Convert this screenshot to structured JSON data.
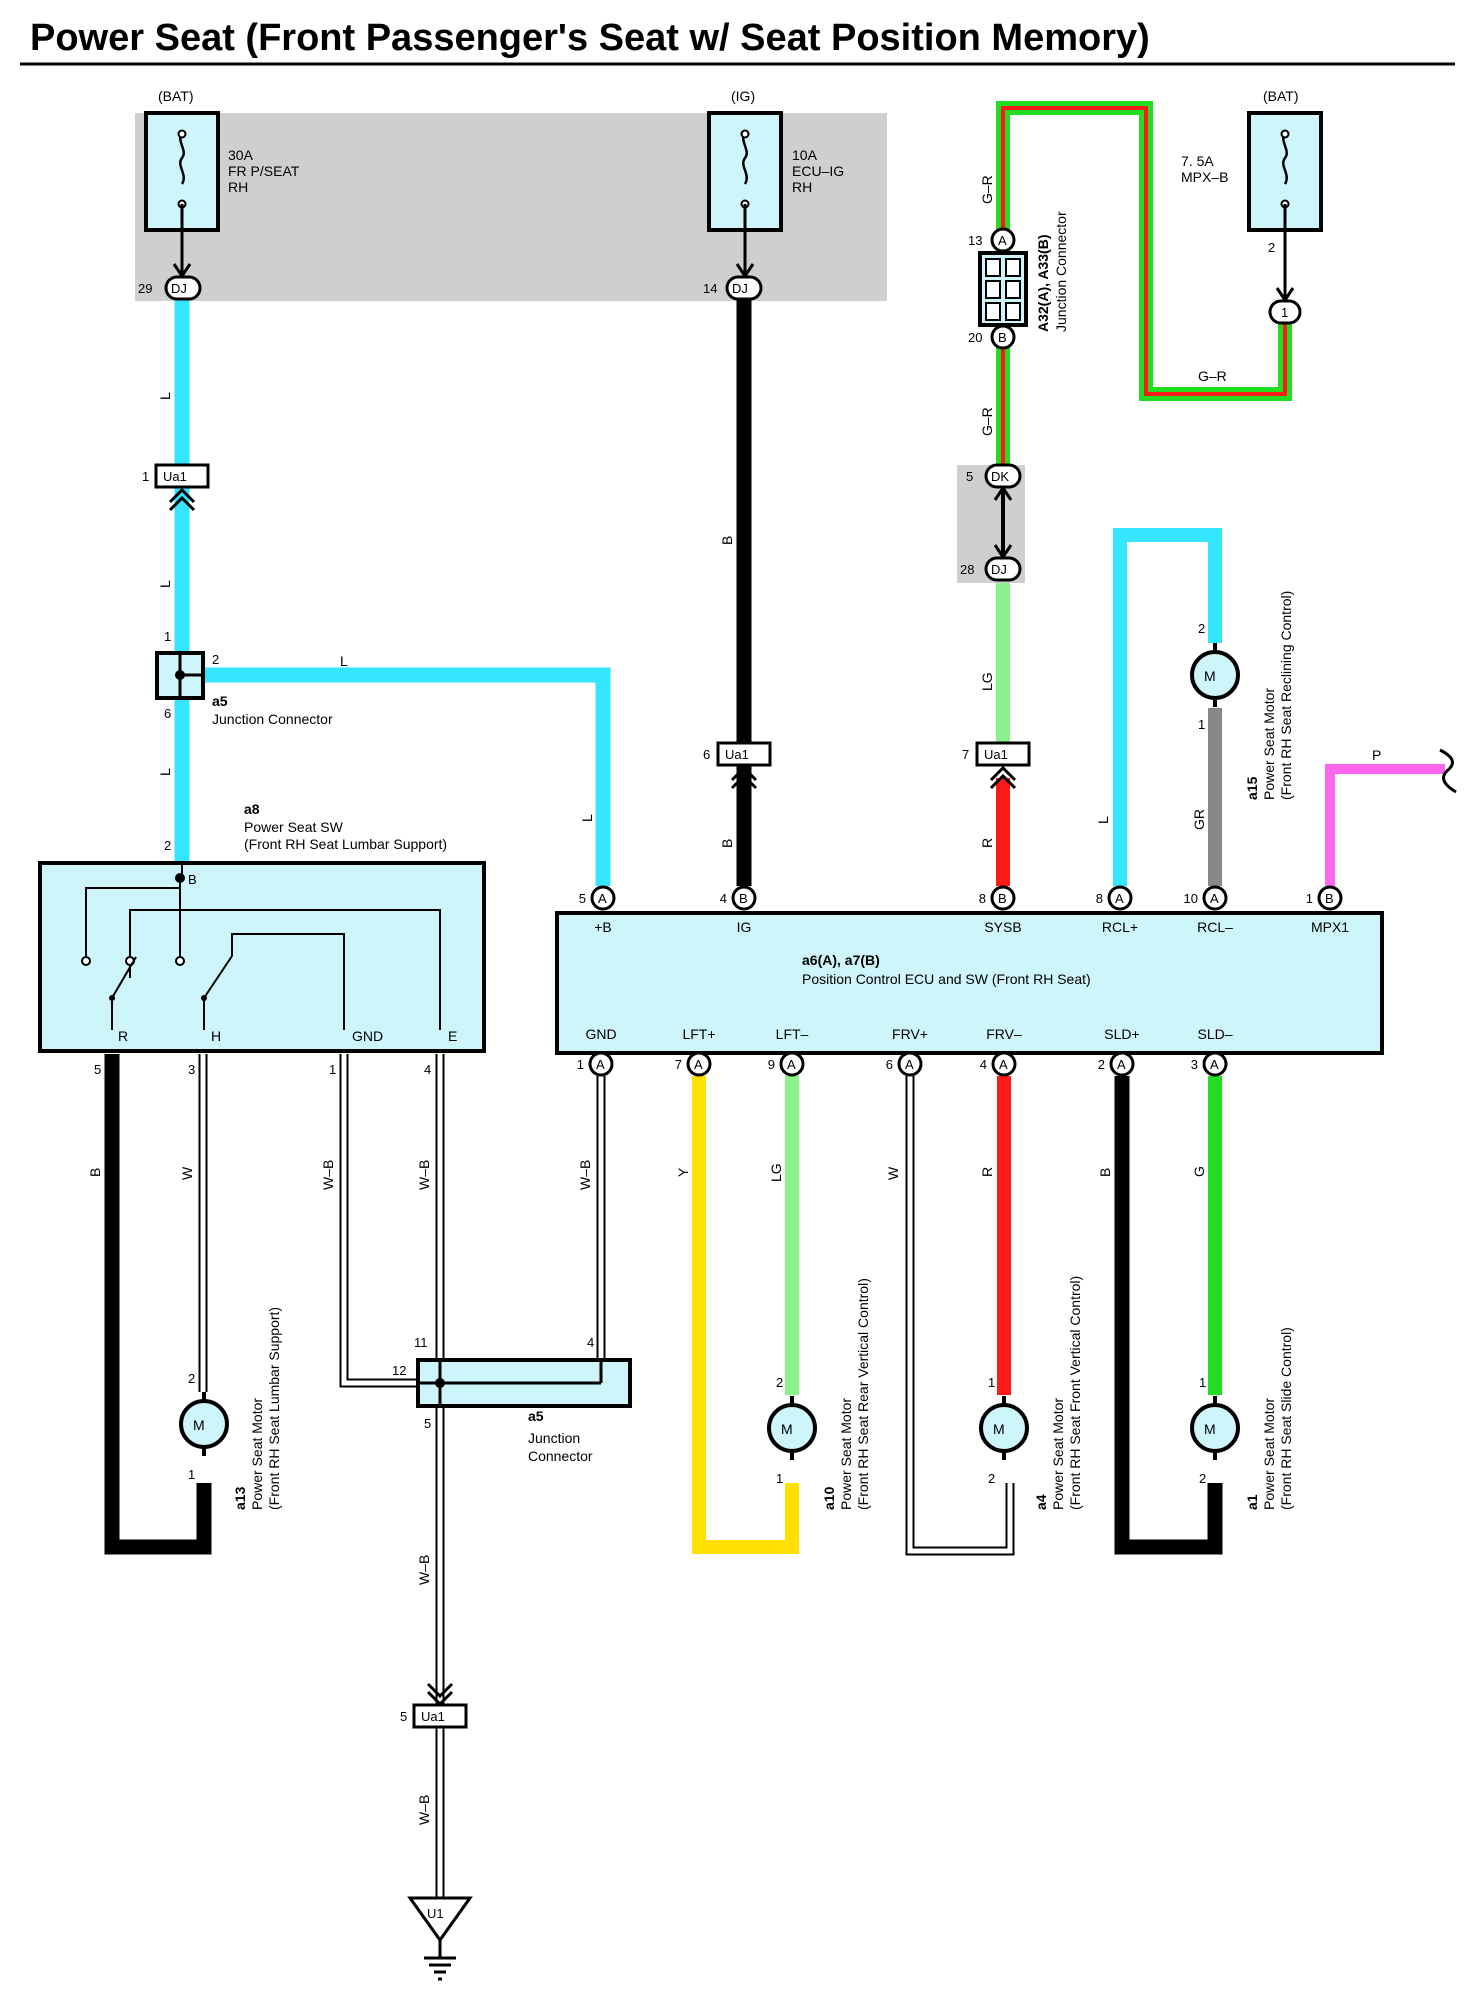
{
  "title": "Power Seat (Front Passenger's Seat w/ Seat Position Memory)",
  "colors": {
    "sky": "#33e5ff",
    "black": "#000000",
    "green": "#22dd22",
    "red": "#ff1a1a",
    "lightgreen": "#8cf08c",
    "gray": "#888888",
    "pink": "#ff66ee",
    "yellow": "#ffe000",
    "component_fill": "#cdf5fa",
    "jb_fill": "#cfcfcf"
  },
  "fuses": {
    "bat1": {
      "source": "(BAT)",
      "line1": "30A",
      "line2": "FR P/SEAT",
      "line3": "RH",
      "pin": "29",
      "conn": "DJ"
    },
    "ig": {
      "source": "(IG)",
      "line1": "10A",
      "line2": "ECU–IG",
      "line3": "RH",
      "pin": "14",
      "conn": "DJ"
    },
    "bat2": {
      "source": "(BAT)",
      "line1": "7. 5A",
      "line2": "MPX–B",
      "pin": "2",
      "conn": "1"
    }
  },
  "wire_labels": {
    "L": "L",
    "B": "B",
    "GR_wire": "G–R",
    "LG": "LG",
    "R": "R",
    "GR": "GR",
    "P": "P",
    "W": "W",
    "WB": "W–B",
    "Y": "Y",
    "G": "G"
  },
  "junction": {
    "A32": {
      "title": "A32(A), A33(B)",
      "subtitle": "Junction Connector",
      "pin_top": "13",
      "pin_top_conn": "A",
      "pin_bot": "20",
      "pin_bot_conn": "B"
    },
    "dk": {
      "pin": "5",
      "conn": "DK"
    },
    "dj28": {
      "pin": "28",
      "conn": "DJ"
    }
  },
  "inline": {
    "ua1": "Ua1",
    "pin1": "1",
    "pin6": "6",
    "pin7": "7",
    "pin5": "5"
  },
  "a5_upper": {
    "id": "a5",
    "name": "Junction Connector",
    "pin1": "1",
    "pin2": "2",
    "pin6": "6"
  },
  "a5_lower": {
    "id": "a5",
    "name1": "Junction",
    "name2": "Connector",
    "pin11": "11",
    "pin12": "12",
    "pin4": "4",
    "pin5": "5"
  },
  "a8": {
    "id": "a8",
    "name1": "Power Seat SW",
    "name2": "(Front RH Seat Lumbar Support)",
    "pin_top": "2",
    "B": "B",
    "R": "R",
    "H": "H",
    "GND": "GND",
    "E": "E",
    "p5": "5",
    "p3": "3",
    "p1": "1",
    "p4": "4"
  },
  "ecu": {
    "id": "a6(A), a7(B)",
    "name": "Position Control ECU and SW (Front RH Seat)",
    "top_pins": [
      {
        "num": "5",
        "conn": "A",
        "term": "+B"
      },
      {
        "num": "4",
        "conn": "B",
        "term": "IG"
      },
      {
        "num": "8",
        "conn": "B",
        "term": "SYSB"
      },
      {
        "num": "8",
        "conn": "A",
        "term": "RCL+"
      },
      {
        "num": "10",
        "conn": "A",
        "term": "RCL–"
      },
      {
        "num": "1",
        "conn": "B",
        "term": "MPX1"
      }
    ],
    "bottom_pins": [
      {
        "num": "1",
        "conn": "A",
        "term": "GND"
      },
      {
        "num": "7",
        "conn": "A",
        "term": "LFT+"
      },
      {
        "num": "9",
        "conn": "A",
        "term": "LFT–"
      },
      {
        "num": "6",
        "conn": "A",
        "term": "FRV+"
      },
      {
        "num": "4",
        "conn": "A",
        "term": "FRV–"
      },
      {
        "num": "2",
        "conn": "A",
        "term": "SLD+"
      },
      {
        "num": "3",
        "conn": "A",
        "term": "SLD–"
      }
    ]
  },
  "motors": {
    "symbol": "M",
    "a15": {
      "id": "a15",
      "line1": "Power Seat Motor",
      "line2": "(Front RH Seat Reclining Control)",
      "p_top": "2",
      "p_bot": "1"
    },
    "a13": {
      "id": "a13",
      "line1": "Power Seat Motor",
      "line2": "(Front RH Seat Lumbar Support)",
      "p_top": "2",
      "p_bot": "1"
    },
    "a10": {
      "id": "a10",
      "line1": "Power Seat Motor",
      "line2": "(Front RH Seat Rear Vertical Control)",
      "p_top": "2",
      "p_bot": "1"
    },
    "a4": {
      "id": "a4",
      "line1": "Power Seat Motor",
      "line2": "(Front RH Seat Front Vertical Control)",
      "p_top": "1",
      "p_bot": "2"
    },
    "a1": {
      "id": "a1",
      "line1": "Power Seat Motor",
      "line2": "(Front RH Seat Slide Control)",
      "p_top": "1",
      "p_bot": "2"
    }
  },
  "ground": {
    "id": "U1"
  }
}
